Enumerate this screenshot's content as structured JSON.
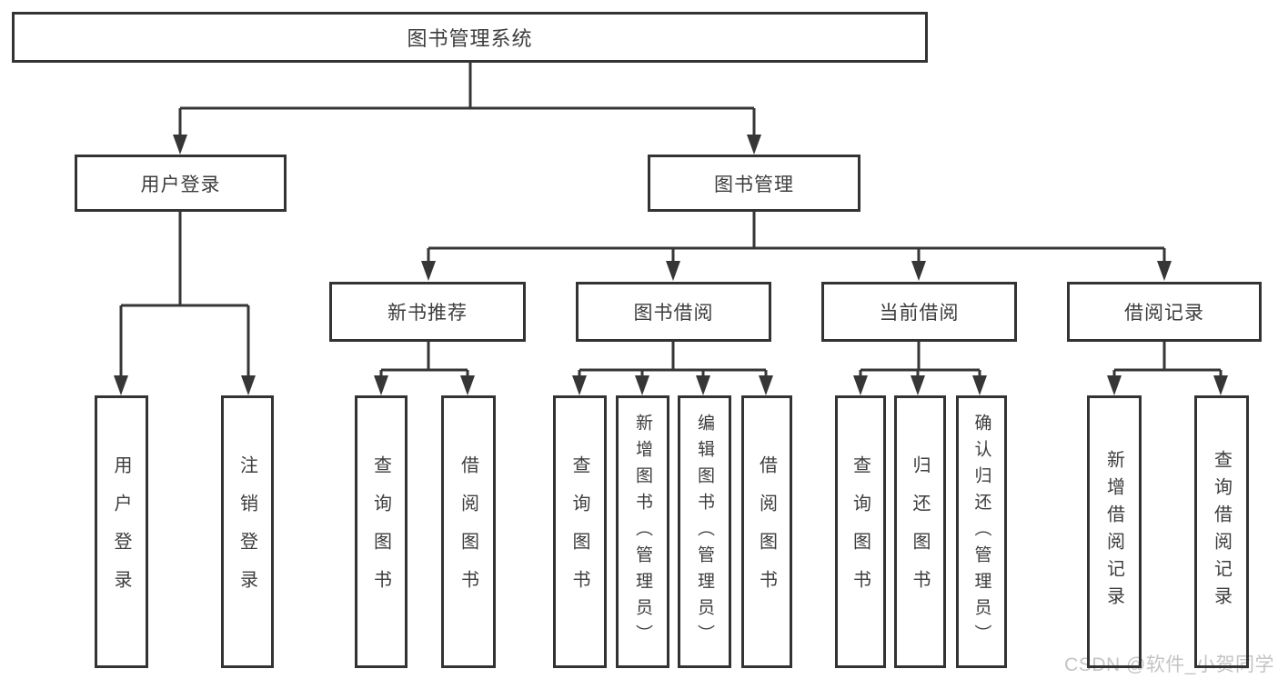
{
  "diagram": {
    "type": "tree",
    "root": {
      "label": "图书管理系统"
    },
    "level2": [
      {
        "label": "用户登录"
      },
      {
        "label": "图书管理"
      }
    ],
    "level3": [
      {
        "label": "新书推荐",
        "parent": "图书管理"
      },
      {
        "label": "图书借阅",
        "parent": "图书管理"
      },
      {
        "label": "当前借阅",
        "parent": "图书管理"
      },
      {
        "label": "借阅记录",
        "parent": "图书管理"
      }
    ],
    "leaves": [
      {
        "label": "用户登录",
        "parent": "用户登录"
      },
      {
        "label": "注销登录",
        "parent": "用户登录"
      },
      {
        "label": "查询图书",
        "parent": "新书推荐"
      },
      {
        "label": "借阅图书",
        "parent": "新书推荐"
      },
      {
        "label": "查询图书",
        "parent": "图书借阅"
      },
      {
        "label": "新增图书（管理员）",
        "parent": "图书借阅"
      },
      {
        "label": "编辑图书（管理员）",
        "parent": "图书借阅"
      },
      {
        "label": "借阅图书",
        "parent": "图书借阅"
      },
      {
        "label": "查询图书",
        "parent": "当前借阅"
      },
      {
        "label": "归还图书",
        "parent": "当前借阅"
      },
      {
        "label": "确认归还（管理员）",
        "parent": "当前借阅"
      },
      {
        "label": "新增借阅记录",
        "parent": "借阅记录"
      },
      {
        "label": "查询借阅记录",
        "parent": "借阅记录"
      }
    ],
    "colors": {
      "line": "#363636",
      "box_border": "#333333",
      "text": "#3d3d3d",
      "background": "#ffffff"
    }
  },
  "watermark": {
    "text": "CSDN @软件_小贺同学",
    "color": "#c4c4c4"
  }
}
